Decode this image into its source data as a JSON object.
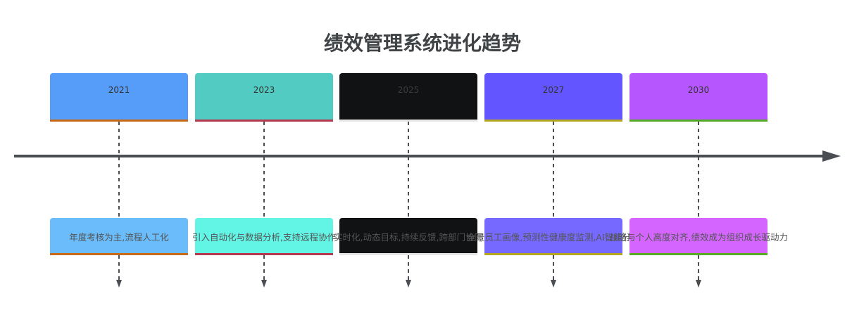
{
  "title": "绩效管理系统进化趋势",
  "events": [
    {
      "year": "2021",
      "description": "年度考核为主,流程人工化",
      "color": "#569df9",
      "desc_color": "#6bbcfa",
      "accent": "#c96a19"
    },
    {
      "year": "2023",
      "description": "引入自动化与数据分析,支持远程协作",
      "color": "#52ccc2",
      "desc_color": "#62f4e4",
      "accent": "#b6384e"
    },
    {
      "year": "2025",
      "description": "实时化,动态目标,持续反馈,跨部门协同",
      "color": "#111214",
      "desc_color": "#111214",
      "accent": "#e6e6e6"
    },
    {
      "year": "2027",
      "description": "全景员工画像,预测性健康度监测,AI智能分析",
      "color": "#6355ff",
      "desc_color": "#7569ff",
      "accent": "#b6a820"
    },
    {
      "year": "2030",
      "description": "战略与个人高度对齐,绩效成为组织成长驱动力",
      "color": "#b656ff",
      "desc_color": "#d466ff",
      "accent": "#56aa24"
    }
  ]
}
